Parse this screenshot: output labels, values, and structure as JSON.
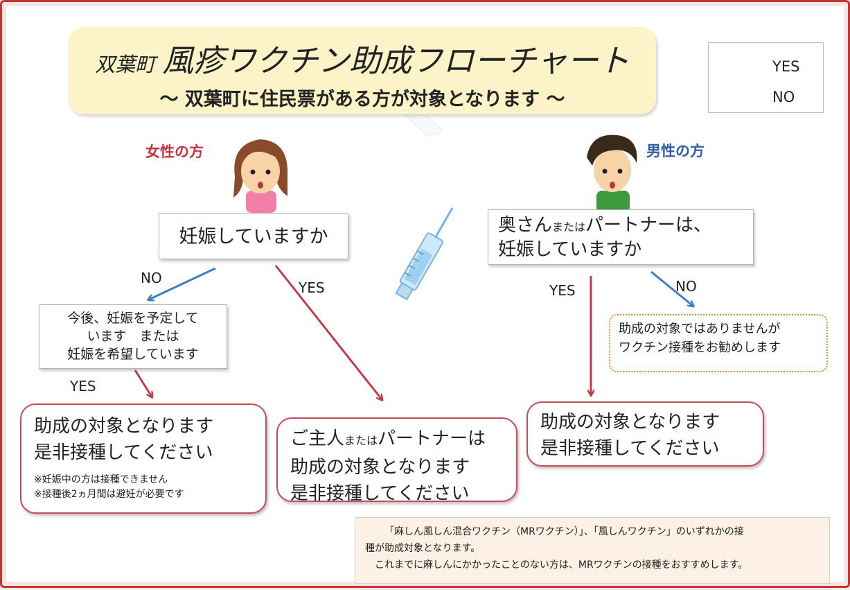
{
  "title": {
    "town": "双葉町",
    "main": "風疹ワクチン助成フローチャート",
    "subtitle": "～ 双葉町に住民票がある方が対象となります ～"
  },
  "legend": {
    "yes": "YES",
    "no": "NO"
  },
  "colors": {
    "yes_arrow": "#c23b4a",
    "no_arrow": "#3d7cc7",
    "female_label": "#c7343d",
    "male_label": "#2f5da7",
    "dotted_border": "#e08a2e"
  },
  "female": {
    "label": "女性の方",
    "question": "妊娠していますか",
    "no_label": "NO",
    "yes_label": "YES",
    "plan_question": [
      "今後、妊娠を予定して",
      "います　または",
      "妊娠を希望しています"
    ],
    "plan_yes_label": "YES",
    "result_self": {
      "line1": "助成の対象となります",
      "line2": "是非接種してください",
      "note1": "※妊娠中の方は接種できません",
      "note2": "※接種後2ヵ月間は避妊が必要です"
    },
    "result_partner": {
      "line1a": "ご主人",
      "line1b": "または",
      "line1c": "パートナーは",
      "line2": "助成の対象となります",
      "line3": "是非接種してください"
    }
  },
  "male": {
    "label": "男性の方",
    "question_a": "奥さん",
    "question_b": "または",
    "question_c": "パートナーは、",
    "question_line2": "妊娠していますか",
    "yes_label": "YES",
    "no_label": "NO",
    "no_result": [
      "助成の対象ではありませんが",
      "ワクチン接種をお勧めします"
    ],
    "yes_result": {
      "line1": "助成の対象となります",
      "line2": "是非接種してください"
    }
  },
  "note": {
    "line1": "「麻しん風しん混合ワクチン（MRワクチン）」、「風しんワクチン」のいずれかの接",
    "line2": "種が助成対象となります。",
    "line3": "これまでに麻しんにかかったことのない方は、MRワクチンの接種をおすすめします。"
  }
}
